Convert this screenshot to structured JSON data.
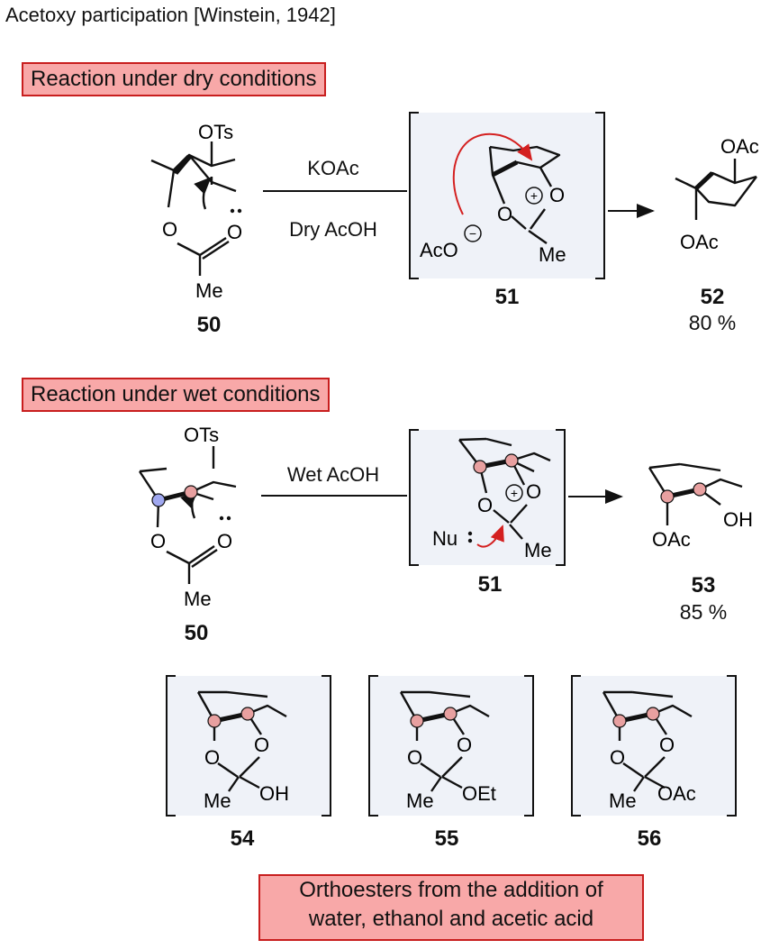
{
  "title": "Acetoxy participation [Winstein, 1942]",
  "dry_header": "Reaction under dry conditions",
  "wet_header": "Reaction under wet conditions",
  "footer": {
    "line1": "Orthoesters from the addition of",
    "line2": "water, ethanol and acetic acid"
  },
  "reagents": {
    "dry_top": "KOAc",
    "dry_bottom": "Dry AcOH",
    "wet": "Wet AcOH"
  },
  "compounds": {
    "c50_dry": "50",
    "c51_dry": "51",
    "c52": "52",
    "c50_wet": "50",
    "c51_wet": "51",
    "c53": "53",
    "c54": "54",
    "c55": "55",
    "c56": "56"
  },
  "yields": {
    "y52": "80 %",
    "y53": "85 %"
  },
  "atoms": {
    "OTs": "OTs",
    "O": "O",
    "Me": "Me",
    "OAc": "OAc",
    "AcO": "AcO",
    "OH": "OH",
    "OEt": "OEt",
    "Nu": "Nu",
    "plus": "+",
    "minus": "−"
  },
  "colors": {
    "highlight_fill": "#f8a8a8",
    "highlight_border": "#c81e1e",
    "arrow_red": "#d42020",
    "atom_red": "#e8a0a0",
    "atom_blue": "#a0a8f0",
    "box_fill": "#eff2f8"
  }
}
